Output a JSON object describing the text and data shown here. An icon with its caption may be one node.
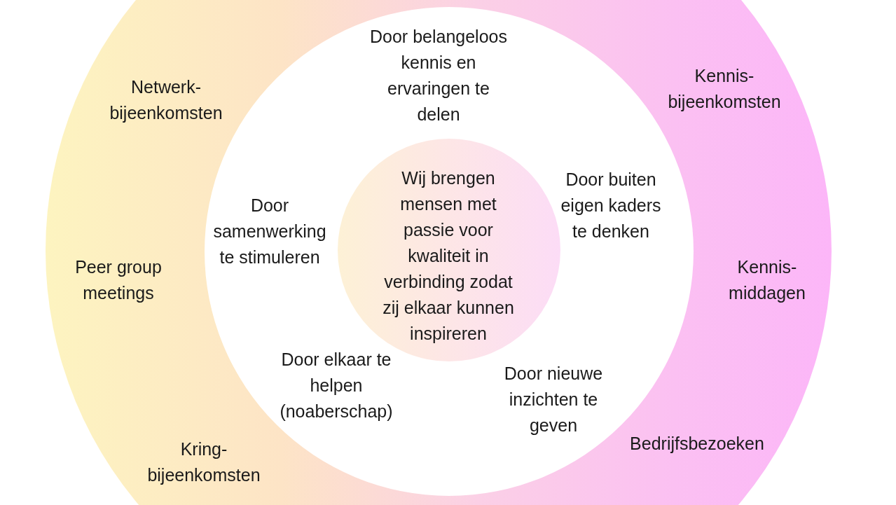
{
  "diagram": {
    "nodes": [
      {
        "text": [
          "Netwerk- bijeenkomsten",
          "Kennis- bijeenkomsten",
          "Peer group meetings",
          "Kennis- middagen",
          "Kring- bijeenkomsten",
          "Bedrijfsbezoeken"
        ]
      },
      {
        "text": [
          "Door belangeloos kennis en ervaringen te delen",
          "Door buiten eigen kaders te denken",
          "Door samenwerking te stimuleren",
          "Door elkaar te helpen (noaberschap)",
          "Door nieuwe inzichten te geven"
        ],
        "in": 0
      },
      {
        "text": [
          "Wij brengen mensen met passie voor kwaliteit in verbinding zodat zij elkaar kunnen inspireren"
        ],
        "in": 1
      }
    ],
    "edges": []
  }
}
